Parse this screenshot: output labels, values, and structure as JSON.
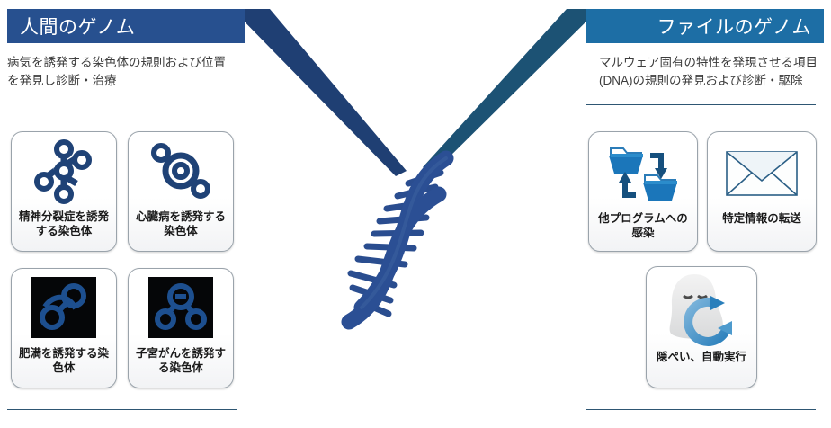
{
  "meta": {
    "title": "Human Genome vs File Genome comparison diagram",
    "accent_left": "#27508f",
    "accent_right": "#1d6ea5",
    "dna_color": "#2a4d8f",
    "wedge_left_color": "#1f3f73",
    "wedge_right_color": "#1c5274"
  },
  "left_panel": {
    "banner_title": "人間のゲノム",
    "description": "病気を誘発する染色体の規則および位置を発見し診断・治療",
    "cards": [
      {
        "label": "精神分裂症を誘発する染色体",
        "icon": "chromosome-cluster-icon",
        "dark_bg": false
      },
      {
        "label": "心臓病を誘発する染色体",
        "icon": "chromosome-ring-icon",
        "dark_bg": false
      },
      {
        "label": "肥満を誘発する染色体",
        "icon": "chromosome-loop-icon",
        "dark_bg": true
      },
      {
        "label": "子宮がんを誘発する染色体",
        "icon": "chromosome-triad-icon",
        "dark_bg": true
      }
    ]
  },
  "right_panel": {
    "banner_title": "ファイルのゲノム",
    "description": "マルウェア固有の特性を発現させる項目(DNA)の規則の発見および診断・駆除",
    "cards": [
      {
        "label": "他プログラムへの感染",
        "icon": "folder-sync-icon"
      },
      {
        "label": "特定情報の転送",
        "icon": "envelope-icon"
      },
      {
        "label": "隠ぺい、自動実行",
        "icon": "ghost-refresh-icon"
      }
    ]
  },
  "center": {
    "icon": "dna-double-helix-icon"
  }
}
